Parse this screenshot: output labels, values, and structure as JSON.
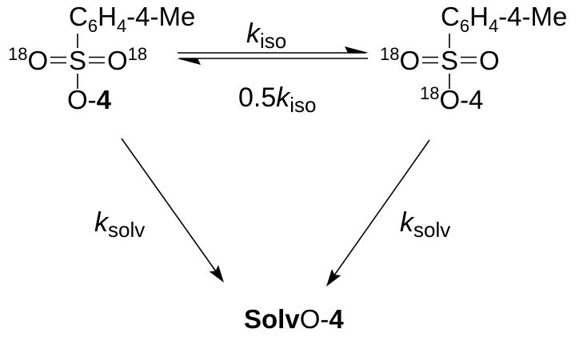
{
  "left_sulfonate": {
    "aryl": {
      "carbon": "C",
      "carbon_count": "6",
      "hydrogen": "H",
      "hydrogen_count": "4",
      "substituent": "-4-Me"
    },
    "oxygen_left": {
      "isotope": "18",
      "atom": "O"
    },
    "sulfur": "S",
    "oxygen_right": {
      "atom": "O",
      "isotope": "18"
    },
    "ester_oxygen": {
      "atom": "O-",
      "compound_number": "4"
    }
  },
  "right_sulfonate": {
    "aryl": {
      "carbon": "C",
      "carbon_count": "6",
      "hydrogen": "H",
      "hydrogen_count": "4",
      "substituent": "-4-Me"
    },
    "oxygen_left": {
      "isotope": "18",
      "atom": "O"
    },
    "sulfur": "S",
    "oxygen_right": {
      "atom": "O"
    },
    "ester_oxygen": {
      "isotope": "18",
      "label": "O-4"
    }
  },
  "equilibrium": {
    "forward": {
      "symbol": "k",
      "subscript": "iso"
    },
    "reverse": {
      "coefficient": "0.5",
      "symbol": "k",
      "subscript": "iso"
    }
  },
  "solvolysis": {
    "left": {
      "symbol": "k",
      "subscript": "solv"
    },
    "right": {
      "symbol": "k",
      "subscript": "solv"
    }
  },
  "product": {
    "solvent": "Solv",
    "atom": "O-",
    "compound_number": "4"
  }
}
